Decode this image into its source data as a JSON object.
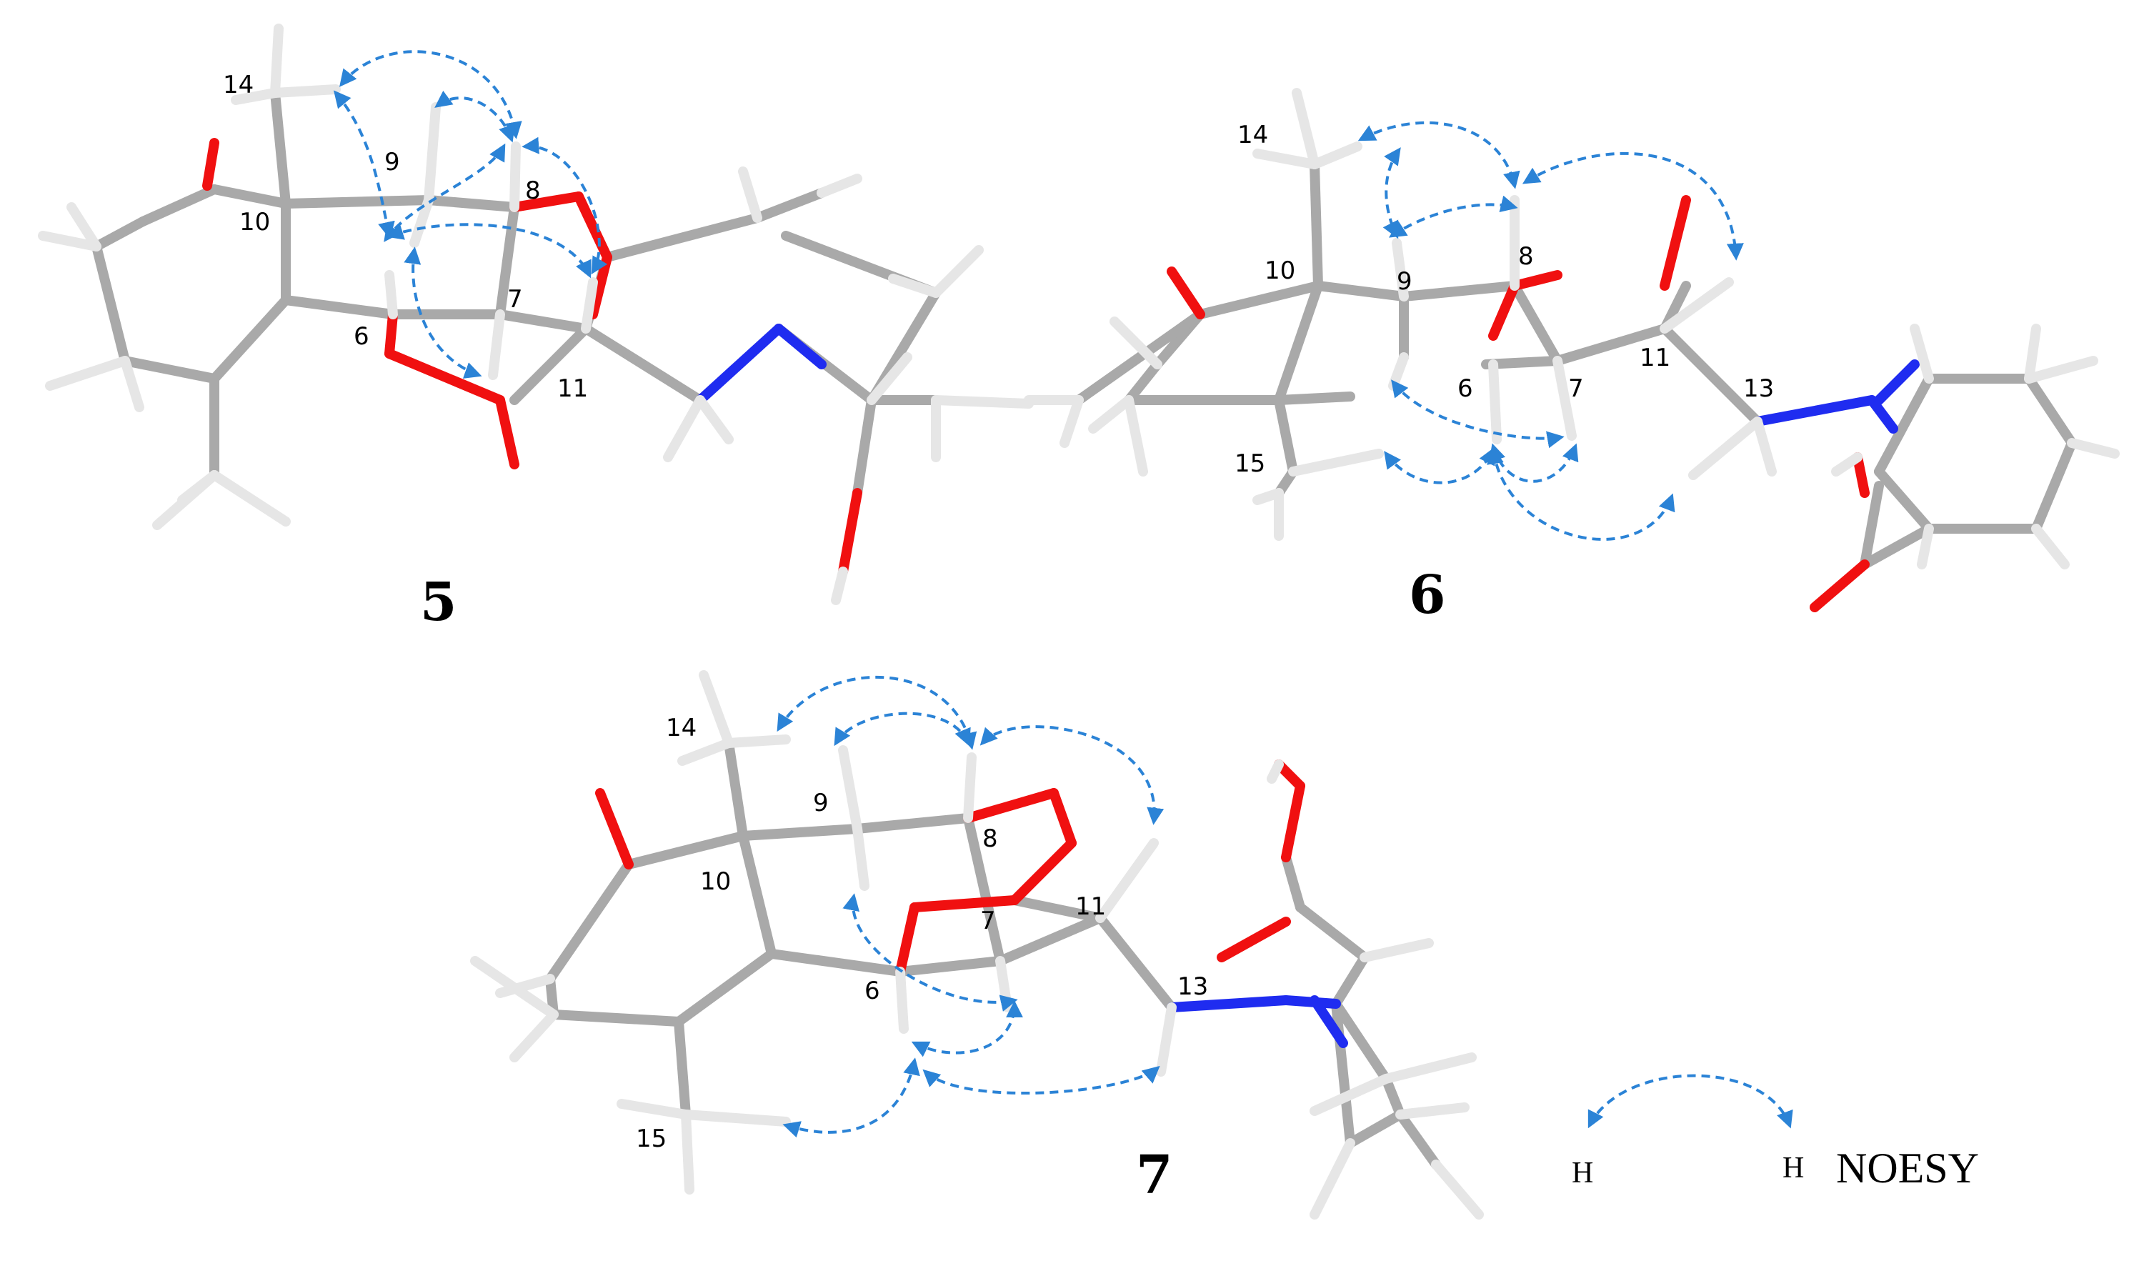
{
  "figure": {
    "compounds": [
      {
        "id": "5",
        "label": "5",
        "atom_labels": [
          {
            "key": "c5-14",
            "text": "14"
          },
          {
            "key": "c5-9",
            "text": "9"
          },
          {
            "key": "c5-8",
            "text": "8"
          },
          {
            "key": "c5-10",
            "text": "10"
          },
          {
            "key": "c5-7",
            "text": "7"
          },
          {
            "key": "c5-6",
            "text": "6"
          },
          {
            "key": "c5-11",
            "text": "11"
          }
        ]
      },
      {
        "id": "6",
        "label": "6",
        "atom_labels": [
          {
            "key": "c6-14",
            "text": "14"
          },
          {
            "key": "c6-10",
            "text": "10"
          },
          {
            "key": "c6-9",
            "text": "9"
          },
          {
            "key": "c6-8",
            "text": "8"
          },
          {
            "key": "c6-6",
            "text": "6"
          },
          {
            "key": "c6-7",
            "text": "7"
          },
          {
            "key": "c6-11",
            "text": "11"
          },
          {
            "key": "c6-13",
            "text": "13"
          },
          {
            "key": "c6-15",
            "text": "15"
          }
        ]
      },
      {
        "id": "7",
        "label": "7",
        "atom_labels": [
          {
            "key": "c7-14",
            "text": "14"
          },
          {
            "key": "c7-9",
            "text": "9"
          },
          {
            "key": "c7-8",
            "text": "8"
          },
          {
            "key": "c7-10",
            "text": "10"
          },
          {
            "key": "c7-11",
            "text": "11"
          },
          {
            "key": "c7-7",
            "text": "7"
          },
          {
            "key": "c7-6",
            "text": "6"
          },
          {
            "key": "c7-13",
            "text": "13"
          },
          {
            "key": "c7-15",
            "text": "15"
          }
        ]
      }
    ],
    "legend": {
      "h_left": "H",
      "h_right": "H",
      "text": "NOESY"
    },
    "colors": {
      "carbon": "#a9a9a9",
      "hydrogen": "#e6e6e6",
      "oxygen": "#f01010",
      "nitrogen": "#1f2cf0",
      "noesy_arrow": "#2b83d6"
    }
  }
}
